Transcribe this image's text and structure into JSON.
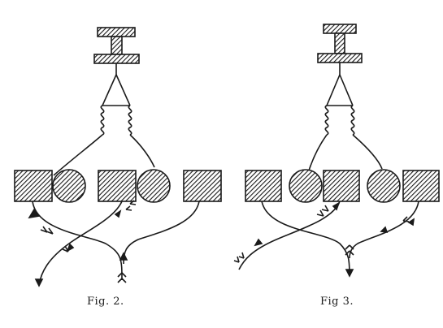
{
  "figures": [
    {
      "id": "fig2",
      "caption": "Fig. 2."
    },
    {
      "id": "fig3",
      "caption": "Fig 3."
    }
  ],
  "colors": {
    "ink": "#1a1a1a",
    "paper": "#ffffff"
  },
  "icons": [
    "pulley-icon",
    "coil-spring-icon",
    "feathered-arrow-icon"
  ]
}
